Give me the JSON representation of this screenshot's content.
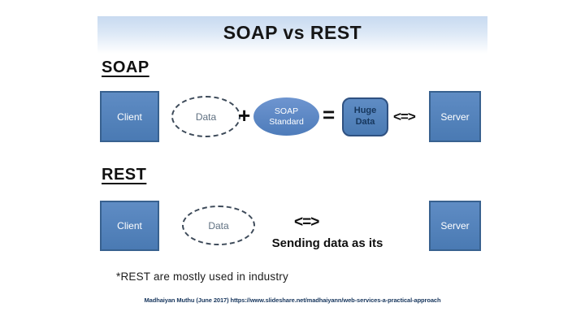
{
  "title": "SOAP vs REST",
  "soap": {
    "heading": "SOAP",
    "client": "Client",
    "data": "Data",
    "plus": "+",
    "standard_line1": "SOAP",
    "standard_line2": "Standard",
    "equals": "=",
    "huge_line1": "Huge",
    "huge_line2": "Data",
    "arrow": "<=>",
    "server": "Server"
  },
  "rest": {
    "heading": "REST",
    "client": "Client",
    "data": "Data",
    "arrow": "<=>",
    "caption": "Sending data as its",
    "server": "Server"
  },
  "footnote": "*REST are mostly used in industry",
  "citation": "Madhaiyan Muthu (June 2017) https://www.slideshare.net/madhaiyann/web-services-a-practical-approach",
  "colors": {
    "box_fill": "#4f81bd",
    "box_border": "#38618f",
    "standard_ellipse_fill": "#5b84c6",
    "huge_data_text": "#17375d",
    "data_ellipse_text": "#5f7081",
    "dashed_border": "#3d4a59",
    "citation_text": "#17365d",
    "title_band_top": "#c8daf0"
  }
}
